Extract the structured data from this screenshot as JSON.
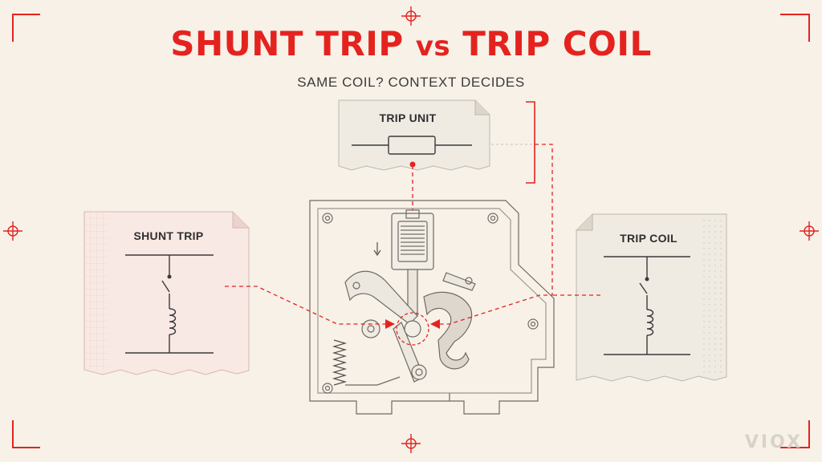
{
  "title": {
    "part1": "SHUNT TRIP",
    "vs": "vs",
    "part2": "TRIP COIL"
  },
  "subtitle": "SAME COIL? CONTEXT DECIDES",
  "cards": {
    "trip_unit": {
      "label": "TRIP UNIT"
    },
    "shunt_trip": {
      "label": "SHUNT TRIP"
    },
    "trip_coil": {
      "label": "TRIP COIL"
    }
  },
  "watermark": "VIOX",
  "colors": {
    "accent": "#e4231f",
    "background": "#f7f1e8",
    "line": "#3a3a3a"
  },
  "icons": [
    "crosshair-icon",
    "corner-bracket-icon",
    "switch-symbol-icon",
    "coil-symbol-icon",
    "resistor-symbol-icon"
  ]
}
